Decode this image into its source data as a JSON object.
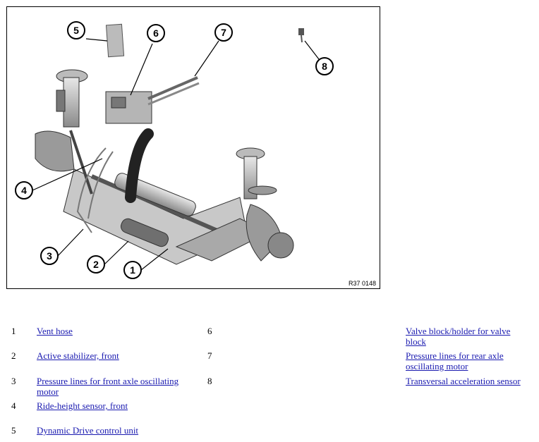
{
  "figure": {
    "code": "R37 0148",
    "callouts": [
      "1",
      "2",
      "3",
      "4",
      "5",
      "6",
      "7",
      "8"
    ]
  },
  "legend": [
    {
      "num": "1",
      "label": "Vent hose"
    },
    {
      "num": "2",
      "label": "Active stabilizer, front"
    },
    {
      "num": "3",
      "label": "Pressure lines for front axle oscillating motor"
    },
    {
      "num": "4",
      "label": "Ride-height sensor, front"
    },
    {
      "num": "5",
      "label": "Dynamic Drive control unit"
    },
    {
      "num": "6",
      "label": "Valve block/holder for valve block"
    },
    {
      "num": "7",
      "label": "Pressure lines for rear axle oscillating motor"
    },
    {
      "num": "8",
      "label": "Transversal acceleration sensor"
    }
  ]
}
